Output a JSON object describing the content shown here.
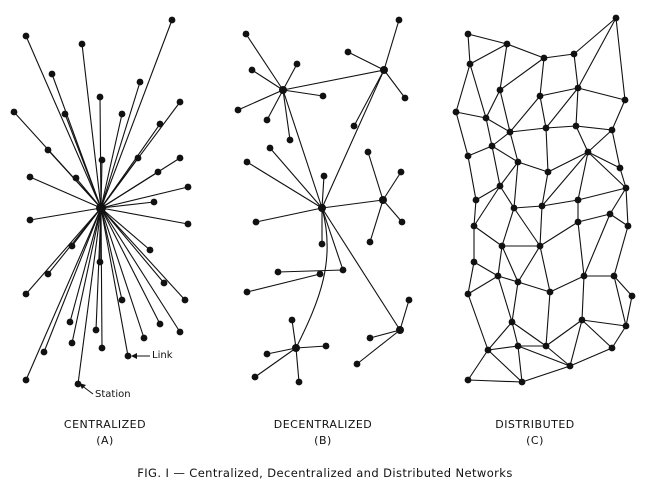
{
  "figure": {
    "caption": "FIG. I — Centralized, Decentralized and Distributed Networks"
  },
  "networks": [
    {
      "id": "A",
      "title": "CENTRALIZED",
      "letter": "(A)"
    },
    {
      "id": "B",
      "title": "DECENTRALIZED",
      "letter": "(B)"
    },
    {
      "id": "C",
      "title": "DISTRIBUTED",
      "letter": "(C)"
    }
  ],
  "annotations": {
    "link": "Link",
    "station": "Station"
  }
}
